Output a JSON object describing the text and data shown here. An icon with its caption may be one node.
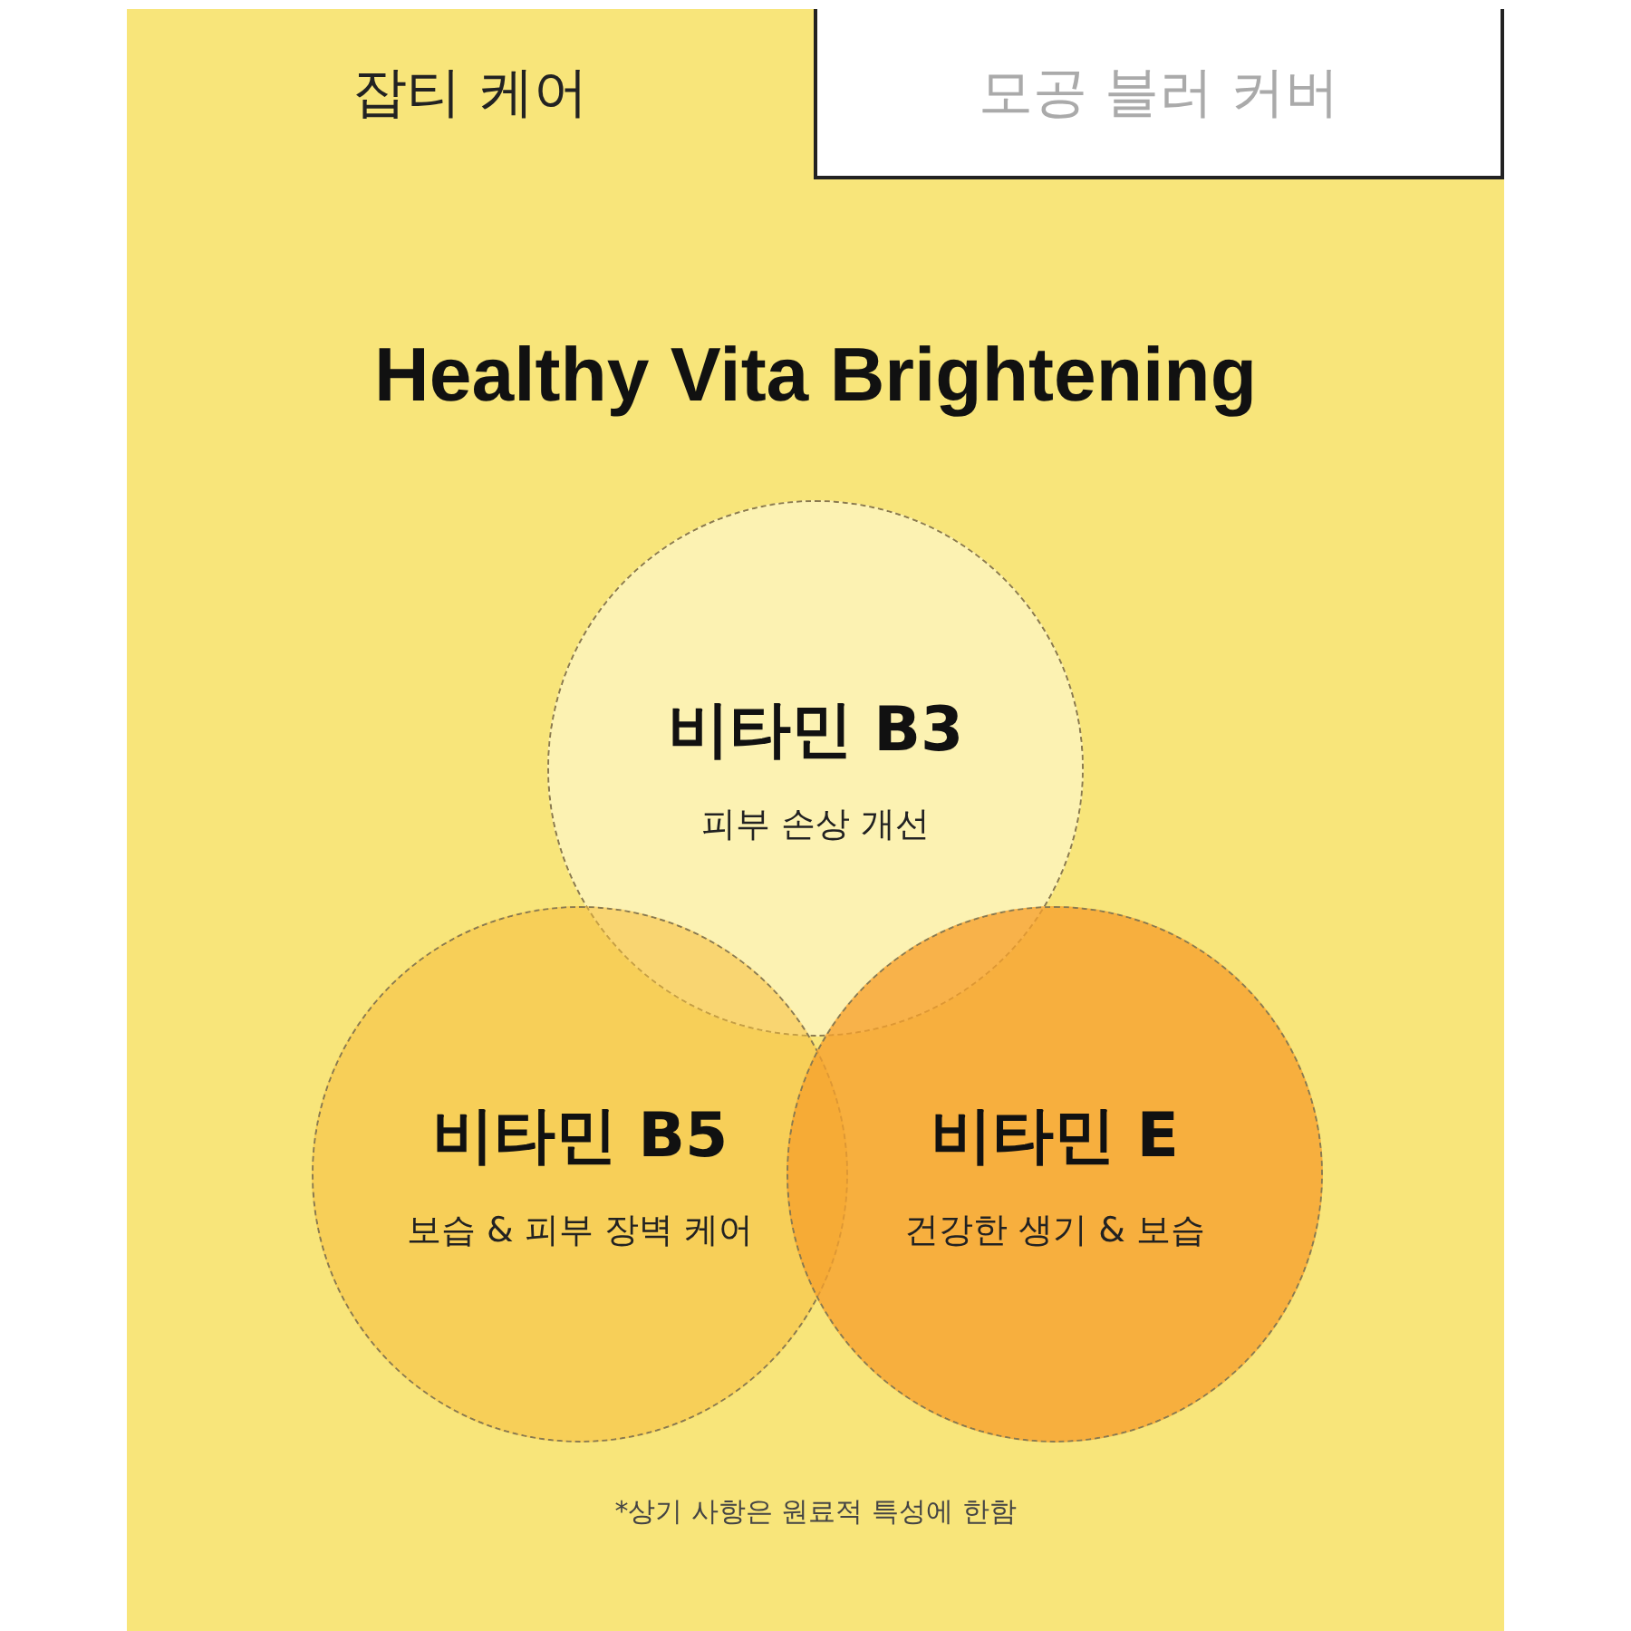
{
  "diagram": {
    "title": "Healthy Vita Brightening",
    "nodes": [
      {
        "text": [
          "잡티 케어"
        ]
      },
      {
        "text": [
          "모공 블러 커버"
        ]
      },
      {
        "text": [
          "비타민 B3",
          "피부 손상 개선"
        ]
      },
      {
        "text": [
          "비타민 B5",
          "보습 & 피부 장벽 케어"
        ]
      },
      {
        "text": [
          "비타민 E",
          "건강한 생기 & 보습"
        ]
      }
    ],
    "labels": [
      "*상기 사항은 원료적 특성에 한함"
    ]
  }
}
